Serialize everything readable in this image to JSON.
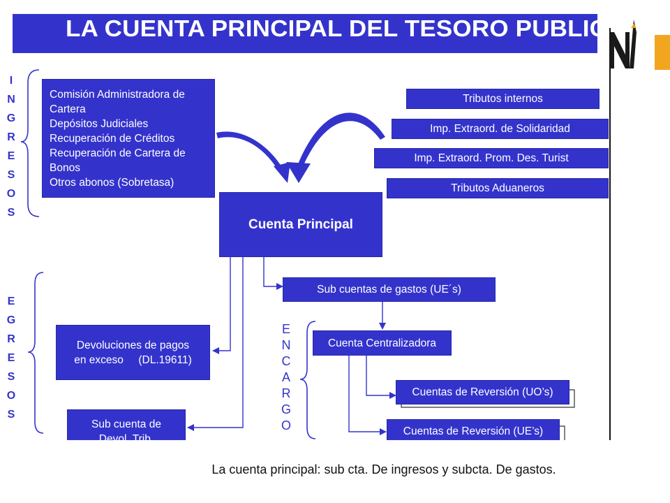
{
  "title": "LA CUENTA PRINCIPAL DEL TESORO PUBLICO",
  "ingresos_letters": [
    "I",
    "N",
    "G",
    "R",
    "E",
    "S",
    "O",
    "S"
  ],
  "egresos_letters": [
    "E",
    "G",
    "R",
    "E",
    "S",
    "O",
    "S"
  ],
  "encargo_letters": [
    "E",
    "N",
    "C",
    "A",
    "R",
    "G",
    "O"
  ],
  "ingresos_sources": [
    "Comisión Administradora de",
    "Cartera",
    "Depósitos Judiciales",
    "Recuperación de Créditos",
    "Recuperación de Cartera de",
    "Bonos",
    "Otros abonos (Sobretasa)"
  ],
  "tax_boxes": [
    "Tributos internos",
    "Imp. Extraord. de Solidaridad",
    "Imp. Extraord. Prom. Des. Turist",
    "Tributos Aduaneros"
  ],
  "central": "Cuenta Principal",
  "sub_gastos": "Sub cuentas de gastos (UE´s)",
  "devoluciones_line1": "Devoluciones de pagos",
  "devoluciones_line2": "en exceso     (DL.19611)",
  "sub_devol_line1": "Sub cuenta de",
  "sub_devol_line2": "Devol. Trib.",
  "centralizadora": "Cuenta Centralizadora",
  "reversion_uo": "Cuentas de Reversión (UO’s)",
  "reversion_ue": "Cuentas de Reversión (UE’s)",
  "caption": "La cuenta principal: sub cta. De ingresos y subcta. De gastos.",
  "colors": {
    "primary_blue": "#3333cc",
    "accent_orange": "#f2a51f",
    "logo_dark": "#1a1a1a"
  }
}
